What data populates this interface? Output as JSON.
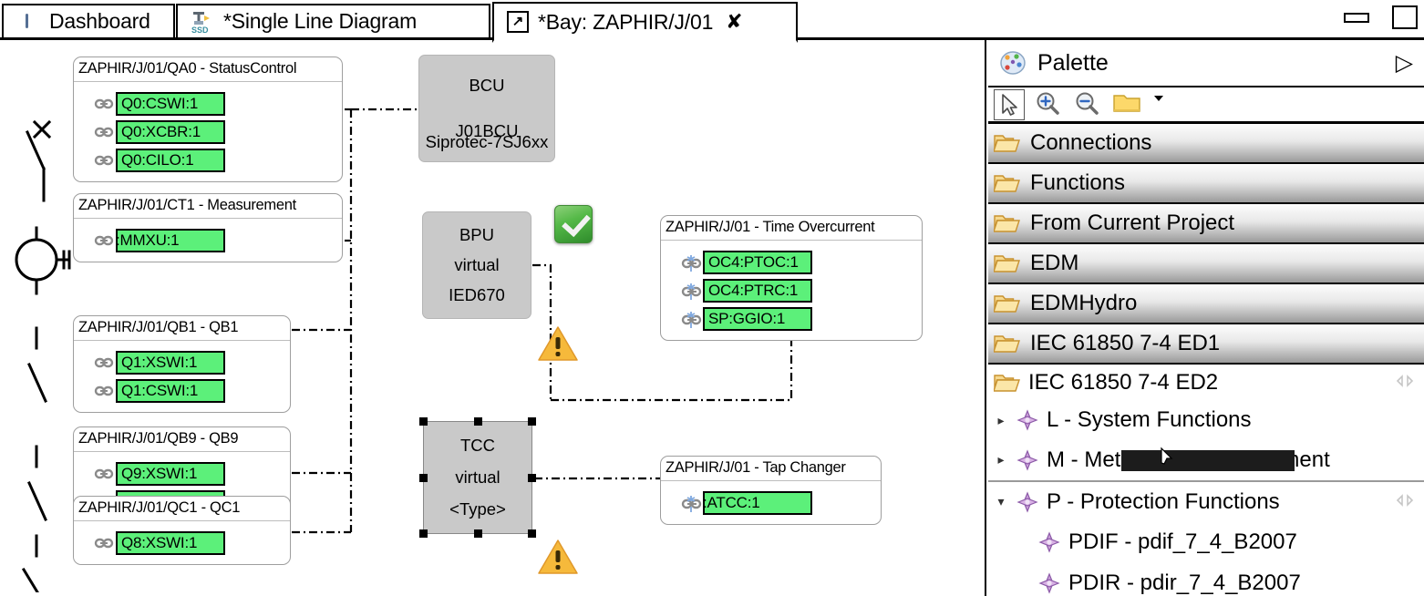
{
  "window": {
    "minimize_label": "Minimize",
    "maximize_label": "Maximize"
  },
  "tabs": [
    {
      "label": "Dashboard",
      "icon": "globe-icon",
      "active": false,
      "closable": false
    },
    {
      "label": "*Single Line Diagram",
      "icon": "ssd-icon",
      "active": false,
      "closable": false
    },
    {
      "label": "*Bay: ZAPHIR/J/01",
      "icon": "open-editor-icon",
      "active": true,
      "closable": true,
      "close_label": "✘"
    }
  ],
  "canvas": {
    "ln_groups": [
      {
        "header": "ZAPHIR/J/01/QA0 - StatusControl",
        "nodes": [
          {
            "label": "Q0:CSWI:1",
            "icon": "link-icon",
            "clipped": false
          },
          {
            "label": "Q0:XCBR:1",
            "icon": "link-icon",
            "clipped": false
          },
          {
            "label": "Q0:CILO:1",
            "icon": "link-icon",
            "clipped": false
          }
        ]
      },
      {
        "header": "ZAPHIR/J/01/CT1 - Measurement",
        "nodes": [
          {
            "label": ":MMXU:1",
            "icon": "link-icon",
            "clipped": true
          }
        ]
      },
      {
        "header": "ZAPHIR/J/01/QB1 - QB1",
        "nodes": [
          {
            "label": "Q1:XSWI:1",
            "icon": "link-icon",
            "clipped": false
          },
          {
            "label": "Q1:CSWI:1",
            "icon": "link-icon",
            "clipped": false
          }
        ]
      },
      {
        "header": "ZAPHIR/J/01/QB9 - QB9",
        "nodes": [
          {
            "label": "Q9:XSWI:1",
            "icon": "link-icon",
            "clipped": false
          },
          {
            "label": "Q9:CSWI:1",
            "icon": "link-icon",
            "clipped": false
          }
        ]
      },
      {
        "header": "ZAPHIR/J/01/QC1 - QC1",
        "nodes": [
          {
            "label": "Q8:XSWI:1",
            "icon": "link-icon",
            "clipped": false
          }
        ]
      }
    ],
    "right_groups": [
      {
        "header": "ZAPHIR/J/01 - Time Overcurrent",
        "nodes": [
          {
            "label": "OC4:PTOC:1",
            "icon": "link-sync-icon",
            "clipped": false
          },
          {
            "label": "OC4:PTRC:1",
            "icon": "link-sync-icon",
            "clipped": false
          },
          {
            "label": "SP:GGIO:1",
            "icon": "link-sync-icon",
            "clipped": false
          }
        ]
      },
      {
        "header": "ZAPHIR/J/01 - Tap Changer",
        "nodes": [
          {
            "label": ":ATCC:1",
            "icon": "link-sync-icon",
            "clipped": true
          }
        ]
      }
    ],
    "ied_boxes": [
      {
        "name": "BCU",
        "line2": "J01BCU",
        "line3": "Siprotec-7SJ6xx",
        "selected": false,
        "status": "ok"
      },
      {
        "name": "BPU",
        "line2": "virtual",
        "line3": "IED670",
        "selected": false,
        "status": "warning"
      },
      {
        "name": "TCC",
        "line2": "virtual",
        "line3": "<Type>",
        "selected": true,
        "status": "warning"
      }
    ],
    "symbols": [
      {
        "name": "circuit-breaker-symbol"
      },
      {
        "name": "current-transformer-symbol"
      },
      {
        "name": "disconnector-symbol"
      },
      {
        "name": "disconnector-symbol"
      },
      {
        "name": "earth-switch-symbol"
      }
    ],
    "colors": {
      "ln_chip_fill": "#5cf07a",
      "ied_box_fill": "#c9c9c9",
      "ok_badge": "#2f8c2c",
      "warning_badge": "#f5b02e",
      "connector": "#000000"
    }
  },
  "palette": {
    "title": "Palette",
    "icon": "palette-icon",
    "expand_label": "▷",
    "toolbar": [
      {
        "name": "select-tool",
        "label": "Select",
        "selected": true
      },
      {
        "name": "zoom-in-tool",
        "label": "Zoom In",
        "selected": false
      },
      {
        "name": "zoom-out-tool",
        "label": "Zoom Out",
        "selected": false
      },
      {
        "name": "folder-tool",
        "label": "Marquee",
        "selected": false
      },
      {
        "name": "dropdown-arrow",
        "label": "▾",
        "selected": false
      }
    ],
    "categories": [
      {
        "label": "Connections",
        "icon": "folder-icon"
      },
      {
        "label": "Functions",
        "icon": "folder-icon"
      },
      {
        "label": "From Current Project",
        "icon": "folder-icon"
      },
      {
        "label": "EDM",
        "icon": "folder-icon"
      },
      {
        "label": "EDMHydro",
        "icon": "folder-icon"
      },
      {
        "label": "IEC 61850 7-4  ED1",
        "icon": "folder-icon"
      }
    ],
    "open_category": {
      "label": "IEC 61850 7-4 ED2",
      "icon": "folder-icon",
      "pinned": true
    },
    "tree": [
      {
        "label": "L - System Functions",
        "icon": "ln-class-icon",
        "twisty": "▸",
        "expanded": false,
        "indent": 0,
        "pinned": false
      },
      {
        "label": "M - Metering & Measurement",
        "icon": "ln-class-icon",
        "twisty": "▸",
        "expanded": false,
        "indent": 0,
        "pinned": false
      },
      {
        "label": "P - Protection Functions",
        "icon": "ln-class-icon",
        "twisty": "▾",
        "expanded": true,
        "indent": 0,
        "pinned": true
      },
      {
        "label": "PDIF - pdif_7_4_B2007",
        "icon": "ln-class-icon",
        "twisty": "",
        "expanded": false,
        "indent": 1,
        "pinned": false
      },
      {
        "label": "PDIR - pdir_7_4_B2007",
        "icon": "ln-class-icon",
        "twisty": "",
        "expanded": false,
        "indent": 1,
        "pinned": false
      }
    ]
  }
}
